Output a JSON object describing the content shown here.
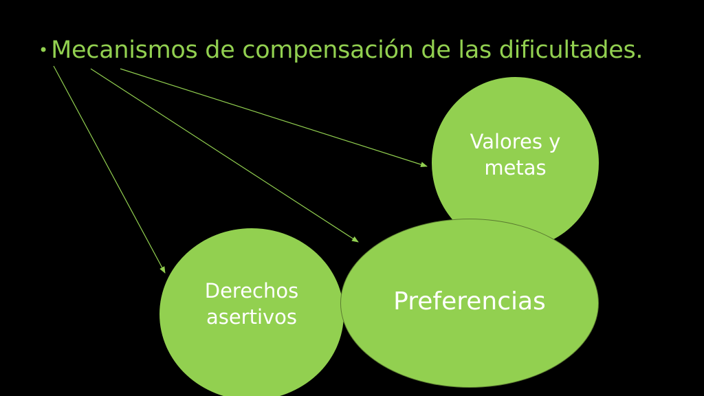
{
  "slide": {
    "bullet_glyph": "•",
    "heading": "Mecanismos de compensación de las dificultades.",
    "nodes": {
      "valores": {
        "line1": "Valores y",
        "line2": "metas"
      },
      "preferencias": {
        "label": "Preferencias"
      },
      "derechos": {
        "line1": "Derechos",
        "line2": "asertivos"
      }
    },
    "colors": {
      "background": "#000000",
      "accent_green": "#92d050",
      "node_text": "#ffffff"
    }
  }
}
